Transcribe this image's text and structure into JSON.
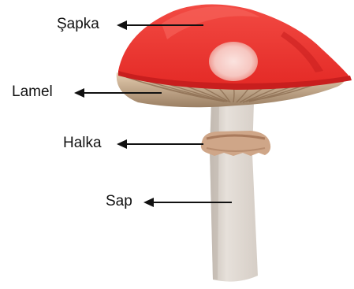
{
  "labels": {
    "cap": "Şapka",
    "gills": "Lamel",
    "ring": "Halka",
    "stem": "Sap"
  },
  "colors": {
    "cap_red": "#ee2f2a",
    "cap_dark_red": "#c81e1e",
    "cap_spot": "#f7c9c4",
    "gill_tan": "#b89c7a",
    "stem": "#ddd6cf",
    "stem_shadow": "#c3bab1",
    "ring": "#d2a98b",
    "arrow": "#111111"
  }
}
